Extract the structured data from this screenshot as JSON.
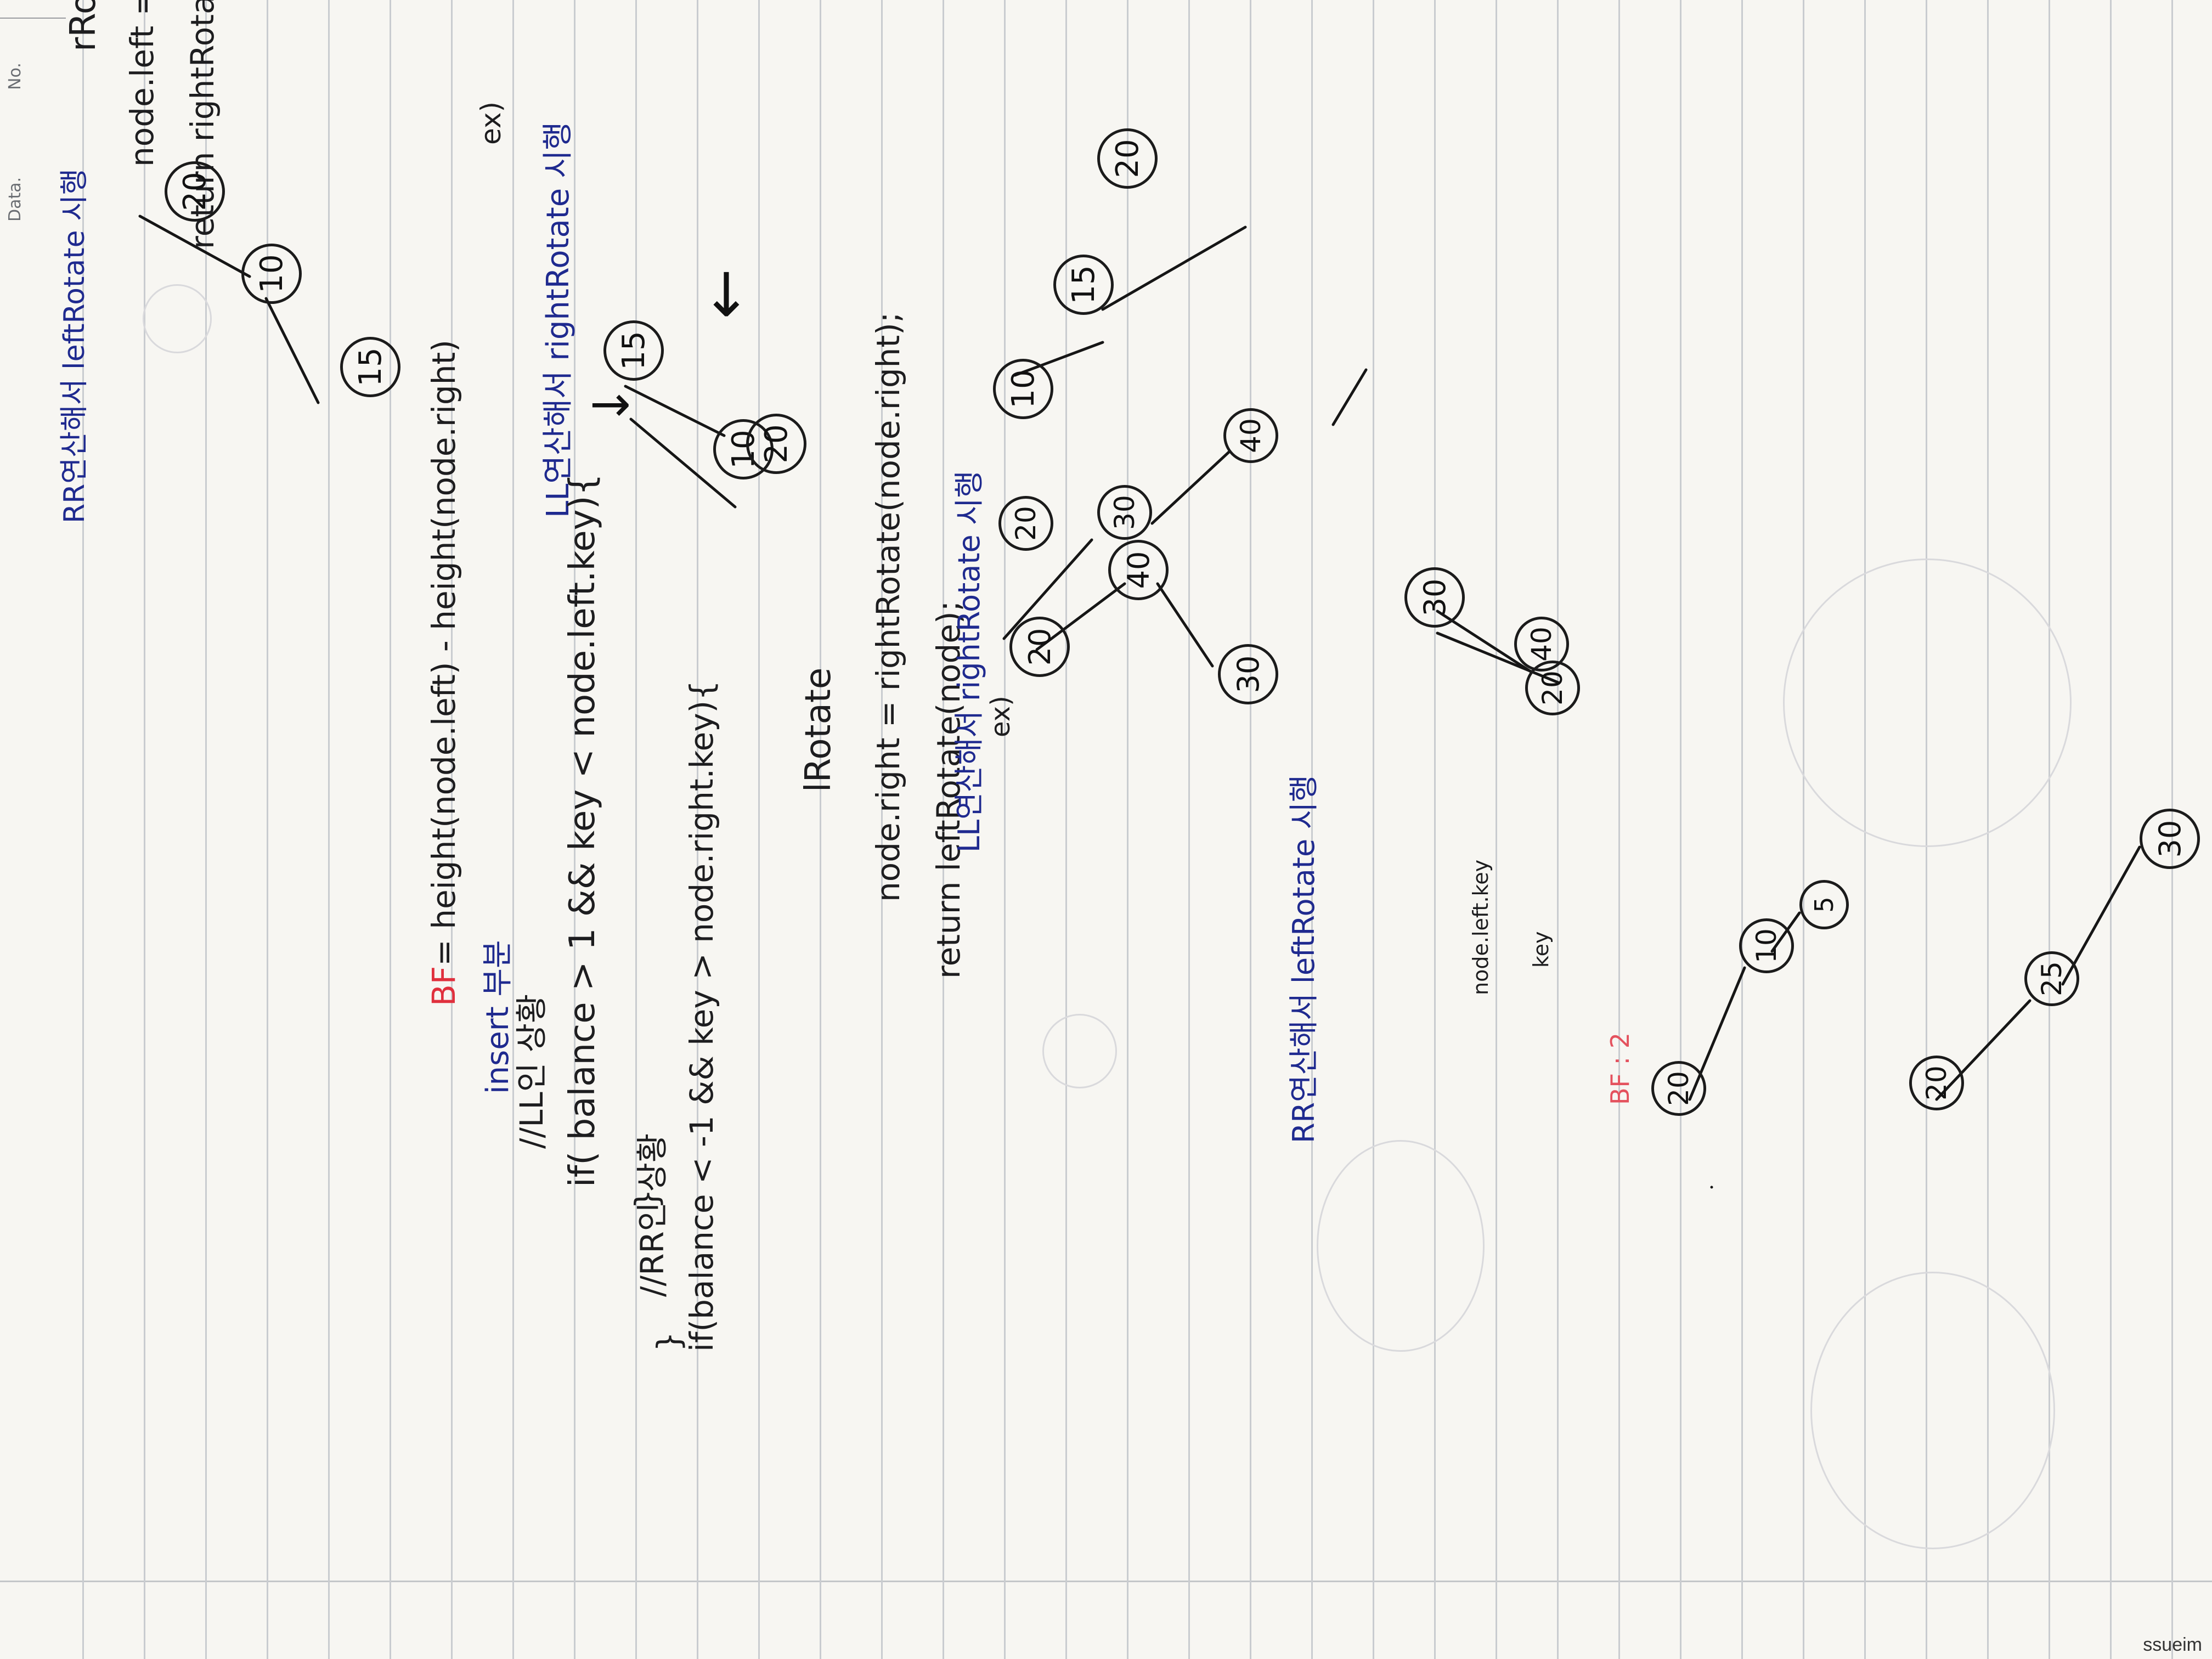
{
  "header": {
    "date_label": "Data.",
    "no_label": "No."
  },
  "watermark": "ssueim",
  "section_right": {
    "title": "rRotate",
    "line1": "node.left = leftRotate(node.left);",
    "line2": "return rightRotate(node);",
    "ex_label": "ex)",
    "note_rr": "RR연산해서 leftRotate 시행",
    "note_ll": "LL연산해서 rightRotate 시행"
  },
  "section_left": {
    "title": "lRotate",
    "line1": "node.right = rightRotate(node.right);",
    "line2": "return leftRotate(node);",
    "ex_label": "ex)",
    "note_ll": "LL연산해서 rightRotate 시행",
    "note_rr": "RR연산해서 leftRotate 시행"
  },
  "bf": {
    "formula_prefix": "BF",
    "formula": "= height(node.left) - height(node.right)",
    "insert_label": "insert 부분",
    "ll_comment": "//LL인 상황",
    "ll_condition": "if( balance > 1 && key < node.left.key){",
    "close1": "}",
    "rr_comment": "//RR인 상황",
    "rr_condition": "if(balance < -1 && key > node.right.key){",
    "close2": "}",
    "bf_value": "BF : 2",
    "label_node_left_key": "node.left.key",
    "label_key": "key"
  },
  "nodes": {
    "n20": "20",
    "n10": "10",
    "n15": "15",
    "n30": "30",
    "n40": "40",
    "n5": "5",
    "n25": "25"
  },
  "arrows": {
    "right": "→",
    "down": "↓"
  }
}
